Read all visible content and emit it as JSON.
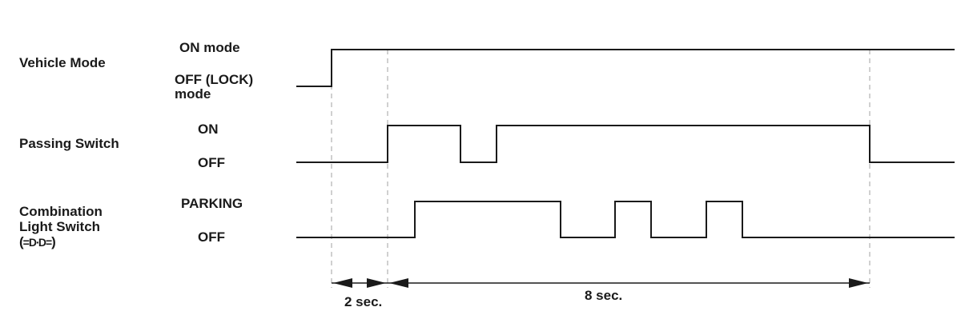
{
  "signals": [
    {
      "name": "Vehicle Mode",
      "high_label": "ON mode",
      "low_label_line1": "OFF (LOCK)",
      "low_label_line2": "mode"
    },
    {
      "name": "Passing Switch",
      "high_label": "ON",
      "low_label": "OFF"
    },
    {
      "name_line1": "Combination",
      "name_line2": "Light Switch",
      "icon": "headlight-icon",
      "icon_glyph": "(⧈⧉)",
      "high_label": "PARKING",
      "low_label": "OFF"
    }
  ],
  "intervals": [
    {
      "label": "2 sec."
    },
    {
      "label": "8 sec."
    }
  ]
}
